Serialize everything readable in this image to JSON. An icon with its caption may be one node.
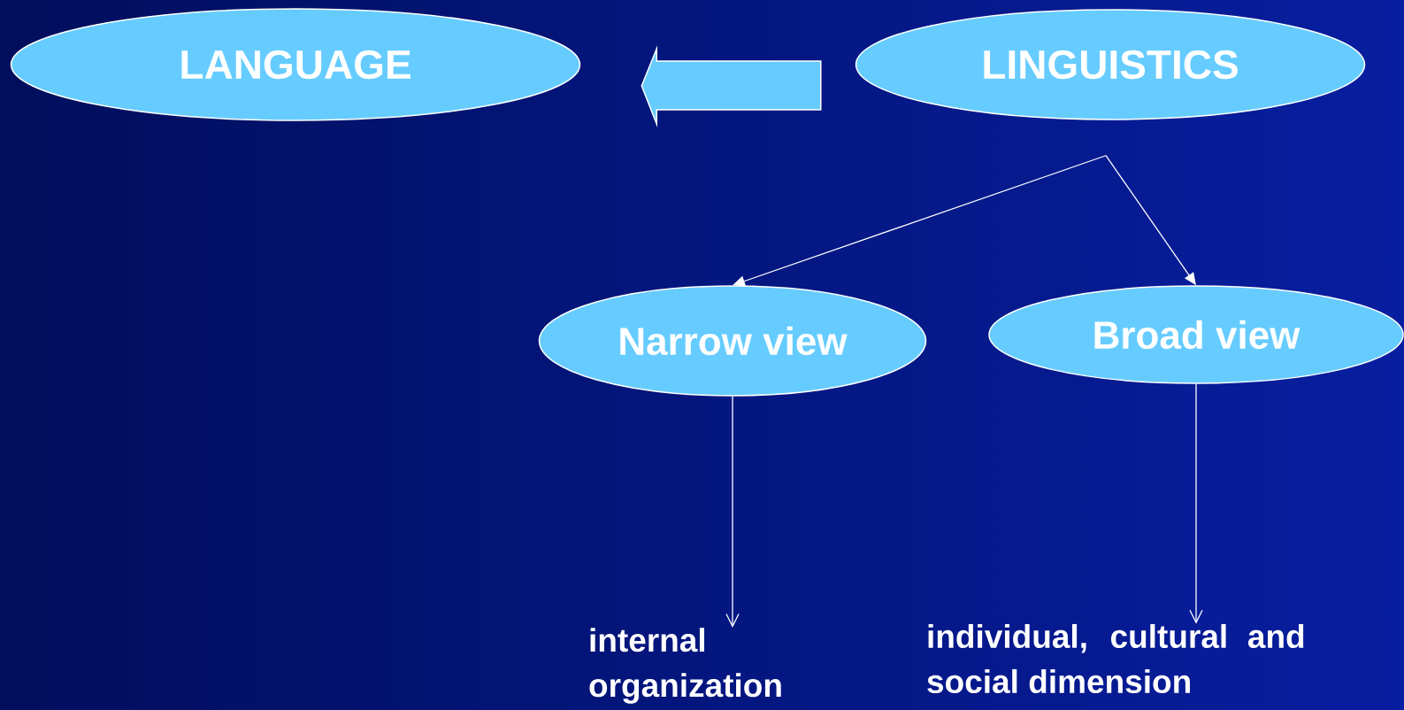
{
  "diagram": {
    "nodes": [
      {
        "text": [
          "LANGUAGE"
        ]
      },
      {
        "text": [
          "LINGUISTICS"
        ]
      },
      {
        "text": [
          "Narrow view"
        ]
      },
      {
        "text": [
          "Broad view"
        ]
      },
      {
        "text": [
          "internal organization"
        ]
      },
      {
        "text": [
          "individual, cultural and social dimension"
        ]
      }
    ],
    "edges": [
      {
        "from": 1,
        "to": 0,
        "arrow": "to",
        "style": "thick"
      },
      {
        "from": 1,
        "to": 2,
        "arrow": "to"
      },
      {
        "from": 1,
        "to": 3,
        "arrow": "to"
      },
      {
        "from": 2,
        "to": 4,
        "arrow": "to"
      },
      {
        "from": 3,
        "to": 5,
        "arrow": "to"
      }
    ]
  }
}
